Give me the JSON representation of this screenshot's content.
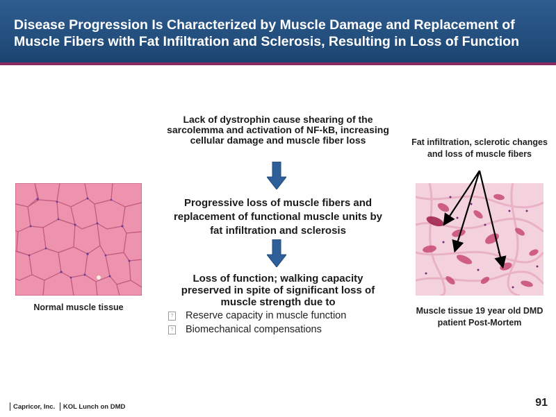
{
  "header": {
    "title": "Disease Progression Is Characterized by Muscle Damage and Replacement of Muscle Fibers with Fat Infiltration and Sclerosis, Resulting in Loss of Function"
  },
  "flow": {
    "step1": "Lack of dystrophin cause shearing of the sarcolemma and activation of NF-kB, increasing cellular damage and muscle fiber loss",
    "step2": "Progressive loss of muscle fibers and replacement of functional muscle units by fat infiltration and sclerosis",
    "step3": "Loss of function; walking capacity preserved in spite of significant loss of muscle strength due to",
    "bullets": [
      "Reserve capacity in muscle function",
      "Biomechanical compensations"
    ],
    "bullet_glyph": "?"
  },
  "left_image": {
    "caption": "Normal muscle tissue"
  },
  "right_image": {
    "annotation": "Fat infiltration, sclerotic changes and loss of muscle fibers",
    "caption": "Muscle tissue 19 year old DMD patient Post-Mortem"
  },
  "footer": {
    "company": "Capricor, Inc.",
    "event": "KOL Lunch on DMD",
    "page_number": "91"
  },
  "colors": {
    "header": "#24507f",
    "accent_line": "#8b2a62",
    "arrow": "#2f5f98"
  }
}
